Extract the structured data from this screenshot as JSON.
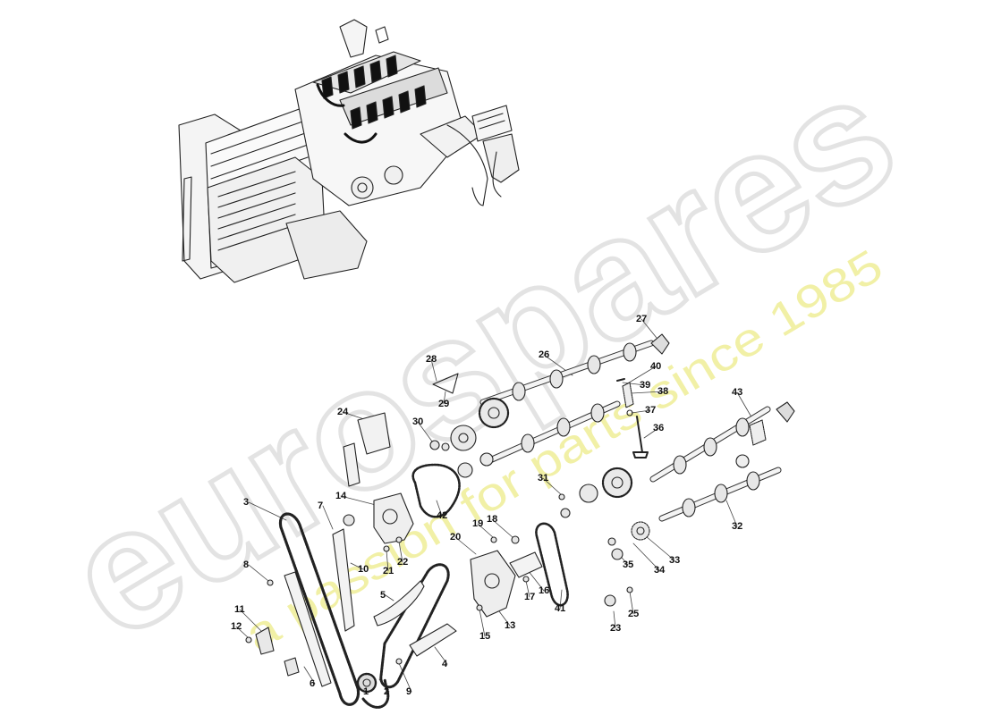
{
  "watermark": {
    "brand": "eurospares",
    "tagline": "a passion for parts since 1985",
    "brand_color": "#e6e6e6",
    "tagline_color": "#f2f2a0"
  },
  "diagram": {
    "line_color": "#222222",
    "callouts": [
      "1",
      "2",
      "3",
      "4",
      "5",
      "6",
      "7",
      "8",
      "9",
      "10",
      "11",
      "12",
      "13",
      "14",
      "15",
      "16",
      "17",
      "18",
      "19",
      "20",
      "21",
      "22",
      "23",
      "24",
      "25",
      "26",
      "27",
      "28",
      "29",
      "30",
      "31",
      "32",
      "33",
      "34",
      "35",
      "36",
      "37",
      "38",
      "39",
      "40",
      "41",
      "42",
      "43"
    ]
  }
}
